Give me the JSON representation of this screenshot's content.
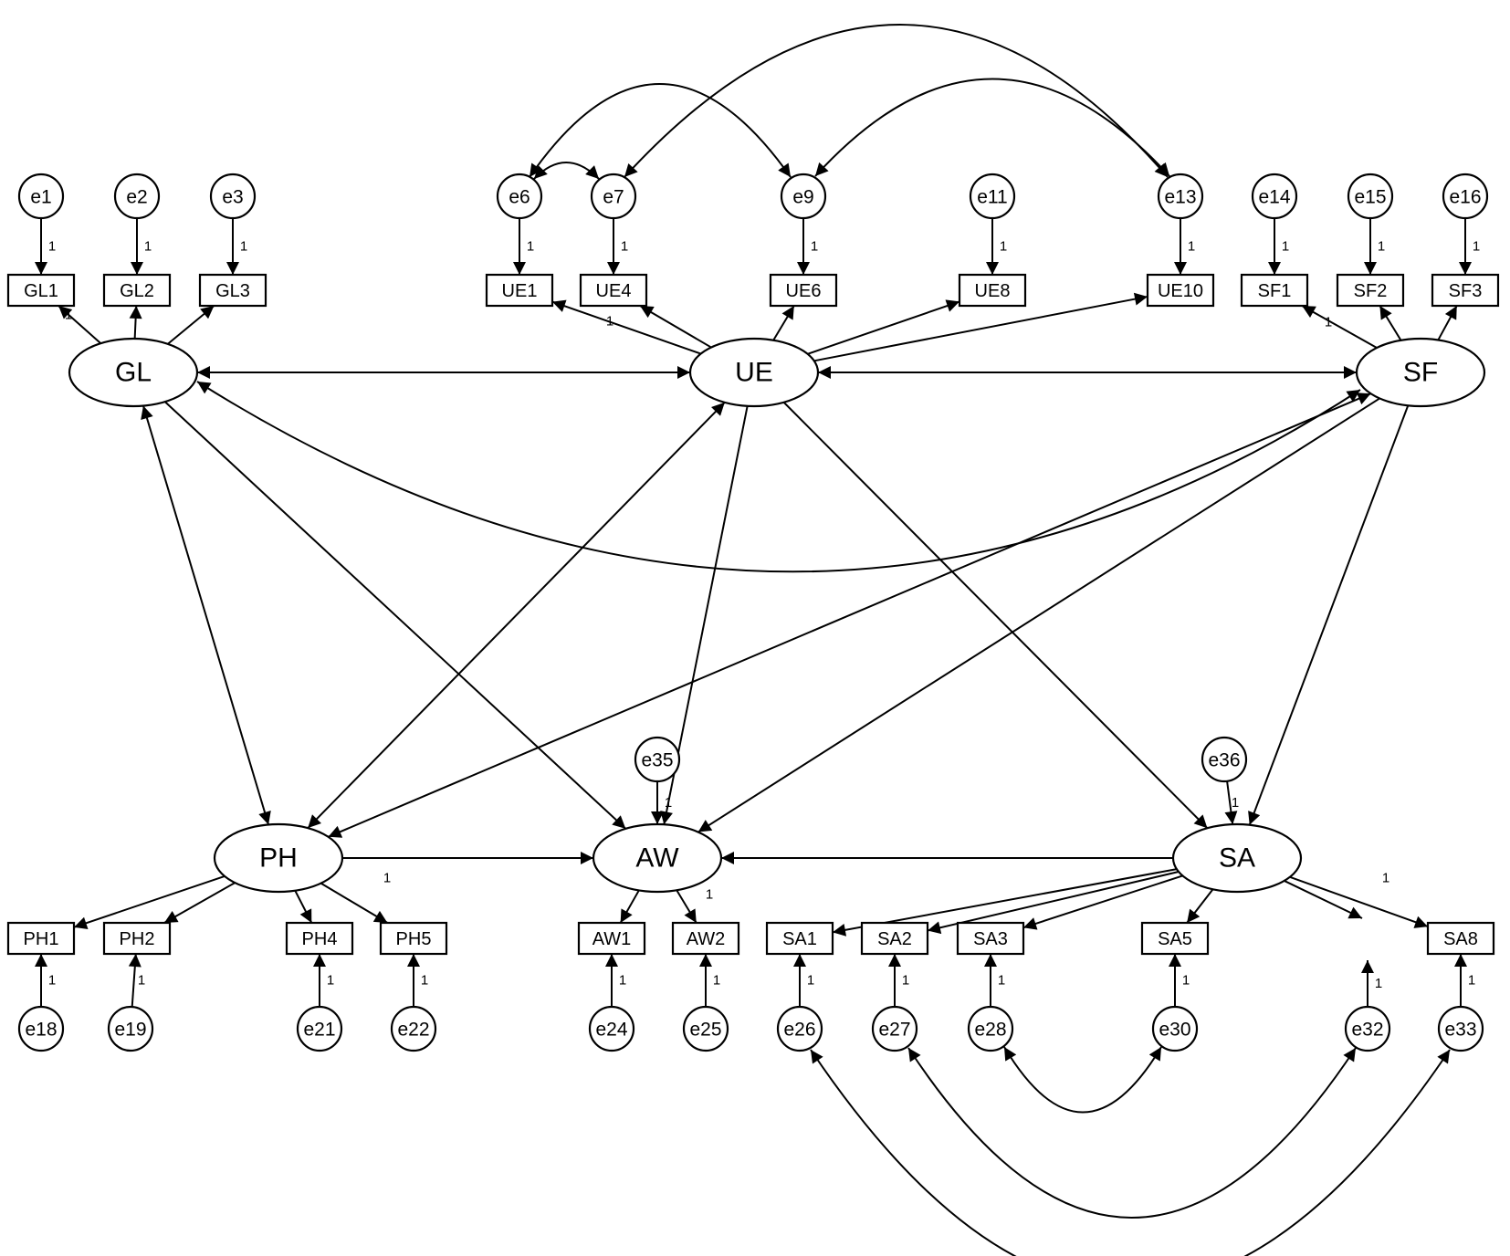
{
  "diagram": {
    "latent": [
      {
        "id": "GL",
        "label": "GL"
      },
      {
        "id": "UE",
        "label": "UE"
      },
      {
        "id": "SF",
        "label": "SF"
      },
      {
        "id": "PH",
        "label": "PH"
      },
      {
        "id": "AW",
        "label": "AW"
      },
      {
        "id": "SA",
        "label": "SA"
      }
    ],
    "observed": [
      {
        "id": "GL1",
        "label": "GL1"
      },
      {
        "id": "GL2",
        "label": "GL2"
      },
      {
        "id": "GL3",
        "label": "GL3"
      },
      {
        "id": "UE1",
        "label": "UE1"
      },
      {
        "id": "UE4",
        "label": "UE4"
      },
      {
        "id": "UE6",
        "label": "UE6"
      },
      {
        "id": "UE8",
        "label": "UE8"
      },
      {
        "id": "UE10",
        "label": "UE10"
      },
      {
        "id": "SF1",
        "label": "SF1"
      },
      {
        "id": "SF2",
        "label": "SF2"
      },
      {
        "id": "SF3",
        "label": "SF3"
      },
      {
        "id": "PH1",
        "label": "PH1"
      },
      {
        "id": "PH2",
        "label": "PH2"
      },
      {
        "id": "PH4",
        "label": "PH4"
      },
      {
        "id": "PH5",
        "label": "PH5"
      },
      {
        "id": "AW1",
        "label": "AW1"
      },
      {
        "id": "AW2",
        "label": "AW2"
      },
      {
        "id": "SA1",
        "label": "SA1"
      },
      {
        "id": "SA2",
        "label": "SA2"
      },
      {
        "id": "SA3",
        "label": "SA3"
      },
      {
        "id": "SA5",
        "label": "SA5"
      },
      {
        "id": "SA8",
        "label": "SA8"
      }
    ],
    "errors": [
      {
        "id": "e1",
        "label": "e1"
      },
      {
        "id": "e2",
        "label": "e2"
      },
      {
        "id": "e3",
        "label": "e3"
      },
      {
        "id": "e6",
        "label": "e6"
      },
      {
        "id": "e7",
        "label": "e7"
      },
      {
        "id": "e9",
        "label": "e9"
      },
      {
        "id": "e11",
        "label": "e11"
      },
      {
        "id": "e13",
        "label": "e13"
      },
      {
        "id": "e14",
        "label": "e14"
      },
      {
        "id": "e15",
        "label": "e15"
      },
      {
        "id": "e16",
        "label": "e16"
      },
      {
        "id": "e18",
        "label": "e18"
      },
      {
        "id": "e19",
        "label": "e19"
      },
      {
        "id": "e21",
        "label": "e21"
      },
      {
        "id": "e22",
        "label": "e22"
      },
      {
        "id": "e24",
        "label": "e24"
      },
      {
        "id": "e25",
        "label": "e25"
      },
      {
        "id": "e26",
        "label": "e26"
      },
      {
        "id": "e27",
        "label": "e27"
      },
      {
        "id": "e28",
        "label": "e28"
      },
      {
        "id": "e30",
        "label": "e30"
      },
      {
        "id": "e32",
        "label": "e32"
      },
      {
        "id": "e33",
        "label": "e33"
      },
      {
        "id": "e35",
        "label": "e35"
      },
      {
        "id": "e36",
        "label": "e36"
      }
    ],
    "error_paths": [
      [
        "e1",
        "GL1"
      ],
      [
        "e2",
        "GL2"
      ],
      [
        "e3",
        "GL3"
      ],
      [
        "e6",
        "UE1"
      ],
      [
        "e7",
        "UE4"
      ],
      [
        "e9",
        "UE6"
      ],
      [
        "e11",
        "UE8"
      ],
      [
        "e13",
        "UE10"
      ],
      [
        "e14",
        "SF1"
      ],
      [
        "e15",
        "SF2"
      ],
      [
        "e16",
        "SF3"
      ],
      [
        "e18",
        "PH1"
      ],
      [
        "e19",
        "PH2"
      ],
      [
        "e21",
        "PH4"
      ],
      [
        "e22",
        "PH5"
      ],
      [
        "e24",
        "AW1"
      ],
      [
        "e25",
        "AW2"
      ],
      [
        "e26",
        "SA1"
      ],
      [
        "e27",
        "SA2"
      ],
      [
        "e28",
        "SA3"
      ],
      [
        "e30",
        "SA5"
      ],
      [
        "e32",
        ""
      ],
      [
        "e33",
        "SA8"
      ],
      [
        "e35",
        "AW"
      ],
      [
        "e36",
        "SA"
      ]
    ],
    "loadings": [
      [
        "GL",
        "GL1"
      ],
      [
        "GL",
        "GL2"
      ],
      [
        "GL",
        "GL3"
      ],
      [
        "UE",
        "UE1"
      ],
      [
        "UE",
        "UE4"
      ],
      [
        "UE",
        "UE6"
      ],
      [
        "UE",
        "UE8"
      ],
      [
        "UE",
        "UE10"
      ],
      [
        "SF",
        "SF1"
      ],
      [
        "SF",
        "SF2"
      ],
      [
        "SF",
        "SF3"
      ],
      [
        "PH",
        "PH1"
      ],
      [
        "PH",
        "PH2"
      ],
      [
        "PH",
        "PH4"
      ],
      [
        "PH",
        "PH5"
      ],
      [
        "AW",
        "AW1"
      ],
      [
        "AW",
        "AW2"
      ],
      [
        "SA",
        "SA1"
      ],
      [
        "SA",
        "SA2"
      ],
      [
        "SA",
        "SA3"
      ],
      [
        "SA",
        "SA5"
      ],
      [
        "SA",
        ""
      ],
      [
        "SA",
        "SA8"
      ]
    ],
    "structural_paths": [
      [
        "GL",
        "AW"
      ],
      [
        "UE",
        "AW"
      ],
      [
        "UE",
        "SA"
      ],
      [
        "SF",
        "SA"
      ],
      [
        "SF",
        "AW"
      ],
      [
        "PH",
        "AW"
      ],
      [
        "SA",
        "AW"
      ]
    ],
    "covariances": [
      [
        "GL",
        "UE"
      ],
      [
        "UE",
        "SF"
      ],
      [
        "GL",
        "SF"
      ],
      [
        "GL",
        "PH"
      ],
      [
        "UE",
        "PH"
      ],
      [
        "SF",
        "PH"
      ],
      [
        "e6",
        "e7"
      ],
      [
        "e6",
        "e9"
      ],
      [
        "e7",
        "e13"
      ],
      [
        "e9",
        "e13"
      ],
      [
        "e28",
        "e30"
      ],
      [
        "e27",
        "e32"
      ],
      [
        "e26",
        "e33"
      ]
    ],
    "fixed_weight": "1"
  }
}
